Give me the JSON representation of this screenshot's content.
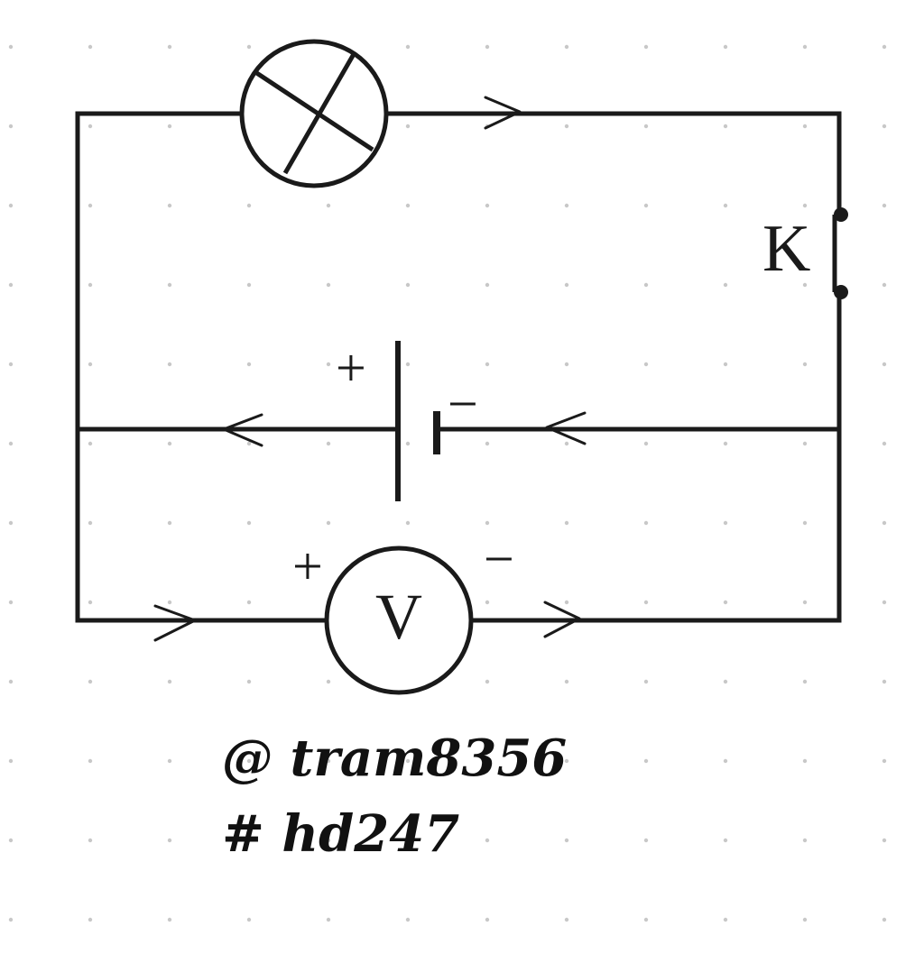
{
  "diagram": {
    "colors": {
      "wire": "#1a1a1a",
      "grid_dot": "#c8c8c8",
      "background": "#ffffff"
    },
    "components": {
      "lamp": {
        "icon": "lamp-icon"
      },
      "switch": {
        "label": "K",
        "icon": "switch-icon"
      },
      "battery": {
        "plus": "+",
        "minus": "−",
        "icon": "battery-icon"
      },
      "voltmeter": {
        "symbol": "V",
        "plus": "+",
        "minus": "−",
        "icon": "voltmeter-icon"
      }
    },
    "signature": {
      "line1": "@ tram8356",
      "line2": "# hd247"
    }
  }
}
